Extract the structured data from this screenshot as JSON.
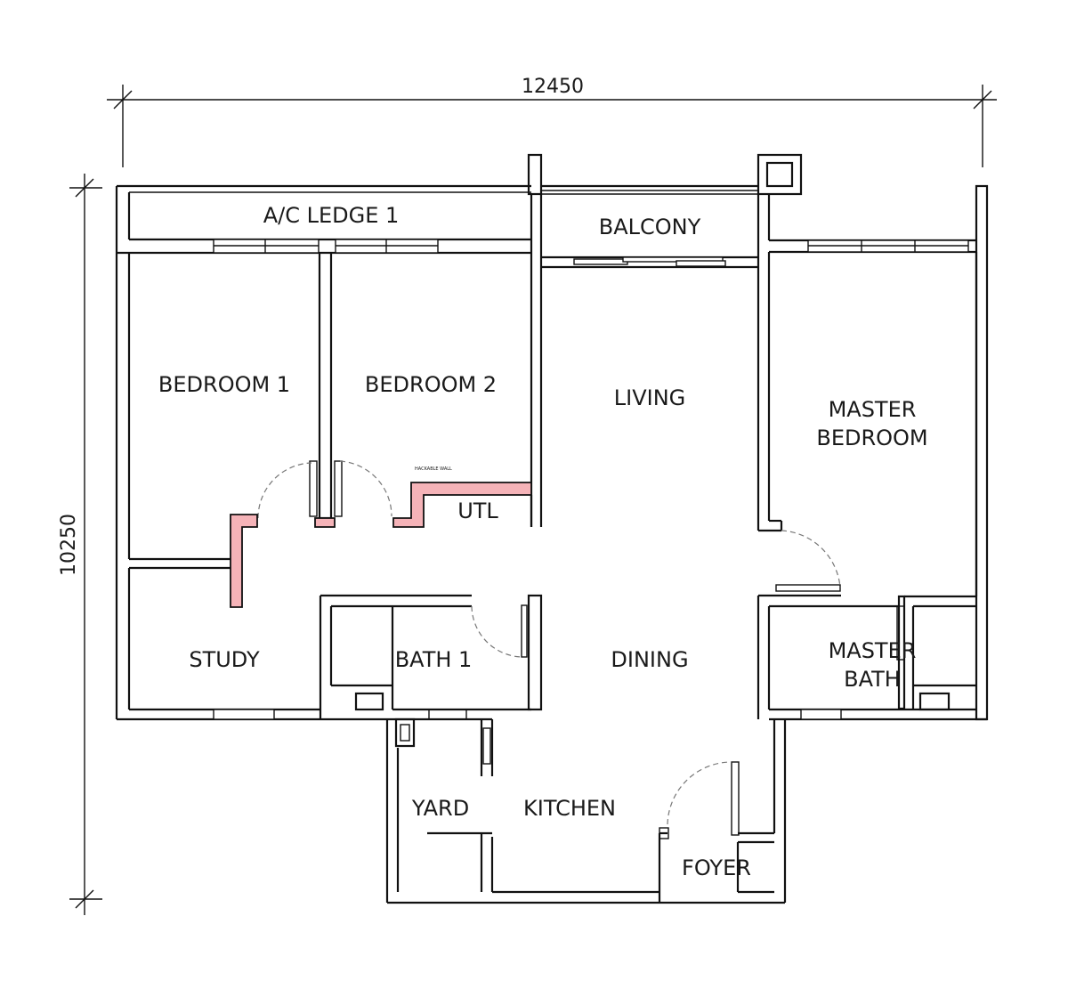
{
  "dimensions": {
    "width_label": "12450",
    "height_label": "10250"
  },
  "rooms": {
    "ac_ledge": "A/C LEDGE 1",
    "balcony": "BALCONY",
    "bedroom1": "BEDROOM 1",
    "bedroom2": "BEDROOM 2",
    "living": "LIVING",
    "master_bedroom_line1": "MASTER",
    "master_bedroom_line2": "BEDROOM",
    "utl": "UTL",
    "study": "STUDY",
    "bath1": "BATH 1",
    "dining": "DINING",
    "master_bath_line1": "MASTER",
    "master_bath_line2": "BATH",
    "yard": "YARD",
    "kitchen": "KITCHEN",
    "foyer": "FOYER"
  },
  "annotations": {
    "hackable_wall": "HACKABLE WALL"
  },
  "colors": {
    "wall": "#111111",
    "hackable": "#f5b3b8",
    "background": "#ffffff"
  }
}
